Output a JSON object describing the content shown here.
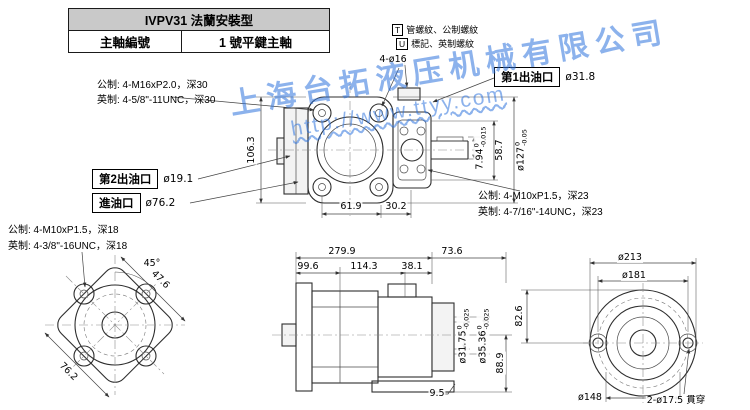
{
  "watermark": {
    "company": "上海台拓液压机械有限公司",
    "url": "http://www.ttyy.com"
  },
  "title_block": {
    "title": "IVPV31 法蘭安裝型",
    "row_label": "主軸編號",
    "row_value": "1 號平鍵主軸"
  },
  "notes": {
    "t_mark": "T",
    "t_text": "管螺紋、公制螺紋",
    "u_mark": "U",
    "u_text": "標記、英制螺紋"
  },
  "ports": {
    "outlet1": "第1出油口",
    "outlet1_dia": "ø31.8",
    "outlet2": "第2出油口",
    "outlet2_dia": "ø19.1",
    "inlet": "進油口",
    "inlet_dia": "ø76.2"
  },
  "threads": {
    "front_metric": "公制: 4-M16xP2.0，深30",
    "front_imperial": "英制: 4-5/8\"-11UNC，深30",
    "side_metric": "公制: 4-M10xP1.5，深23",
    "side_imperial": "英制: 4-7/16\"-14UNC，深23",
    "square_metric": "公制: 4-M10xP1.5，深18",
    "square_imperial": "英制: 4-3/8\"-16UNC，深18"
  },
  "dims": {
    "flange_height": "106.3",
    "flange_holes": "4-ø16",
    "port_spacing_a": "61.9",
    "port_spacing_b": "30.2",
    "key_width": "7.94",
    "key_width_tol_top": "0",
    "key_width_tol_bot": "-0.015",
    "shaft_ext": "58.7",
    "pilot_dia": "ø127",
    "pilot_tol_top": "0",
    "pilot_tol_bot": "-0.05",
    "overall_length": "279.9",
    "rear_length": "73.6",
    "seg_a": "99.6",
    "seg_b": "114.3",
    "seg_c": "38.1",
    "shaft_dia1": "ø31.75",
    "shaft_dia1_tol_top": "0",
    "shaft_dia1_tol_bot": "-0.025",
    "shaft_dia2": "ø35.36",
    "shaft_dia2_tol_top": "0",
    "shaft_dia2_tol_bot": "-0.025",
    "center_height": "88.9",
    "hole_offset": "82.6",
    "foot_height": "9.5",
    "rear_od": "ø213",
    "rear_bolt_circle": "ø181",
    "rear_pilot": "ø148",
    "rear_holes": "2-ø17.5 貫穿",
    "square_edge_a": "47.6",
    "square_angle": "45°",
    "square_edge_b": "76.2"
  }
}
